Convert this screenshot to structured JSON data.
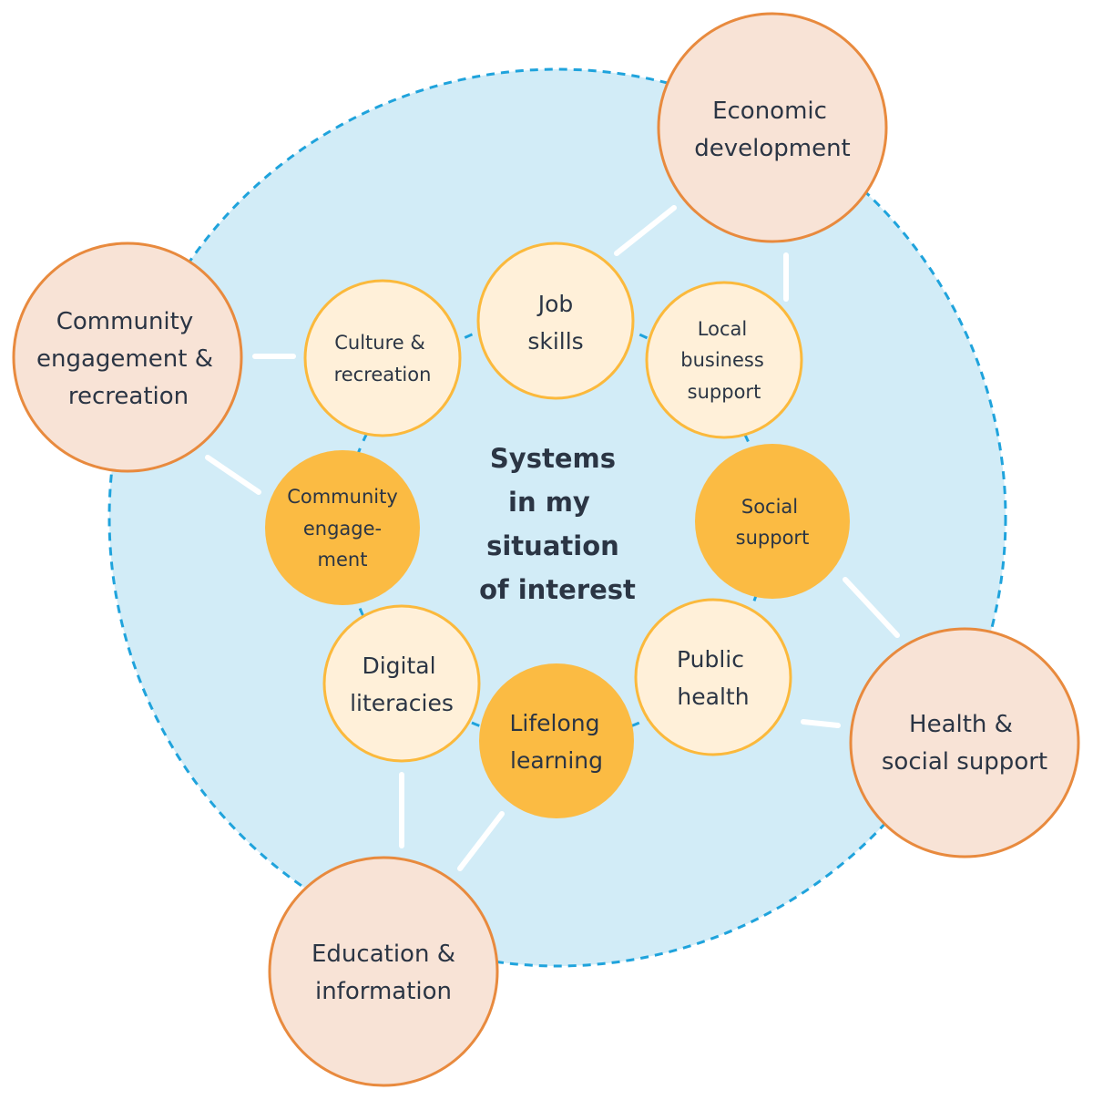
{
  "center_label": [
    "Systems",
    "in my",
    "situation",
    "of interest"
  ],
  "colors": {
    "background_circle": "#d2ecf7",
    "dash": "#1fa3dc",
    "inner_light_fill": "#fff0d9",
    "inner_stroke": "#fbb93c",
    "inner_dark_fill": "#fbbb43",
    "outer_fill": "#f8e3d6",
    "outer_stroke": "#e88a3e",
    "text": "#2b3544"
  },
  "inner_nodes": [
    {
      "lines": [
        "Job",
        "skills"
      ],
      "style": "light"
    },
    {
      "lines": [
        "Local",
        "business",
        "support"
      ],
      "style": "light"
    },
    {
      "lines": [
        "Social",
        "support"
      ],
      "style": "dark"
    },
    {
      "lines": [
        "Public",
        "health"
      ],
      "style": "light"
    },
    {
      "lines": [
        "Lifelong",
        "learning"
      ],
      "style": "dark"
    },
    {
      "lines": [
        "Digital",
        "literacies"
      ],
      "style": "light"
    },
    {
      "lines": [
        "Community",
        "engage-",
        "ment"
      ],
      "style": "dark"
    },
    {
      "lines": [
        "Culture &",
        "recreation"
      ],
      "style": "light"
    }
  ],
  "outer_nodes": [
    {
      "lines": [
        "Economic",
        "development"
      ]
    },
    {
      "lines": [
        "Community",
        "engagement &",
        "recreation"
      ]
    },
    {
      "lines": [
        "Health &",
        "social support"
      ]
    },
    {
      "lines": [
        "Education &",
        "information"
      ]
    }
  ]
}
